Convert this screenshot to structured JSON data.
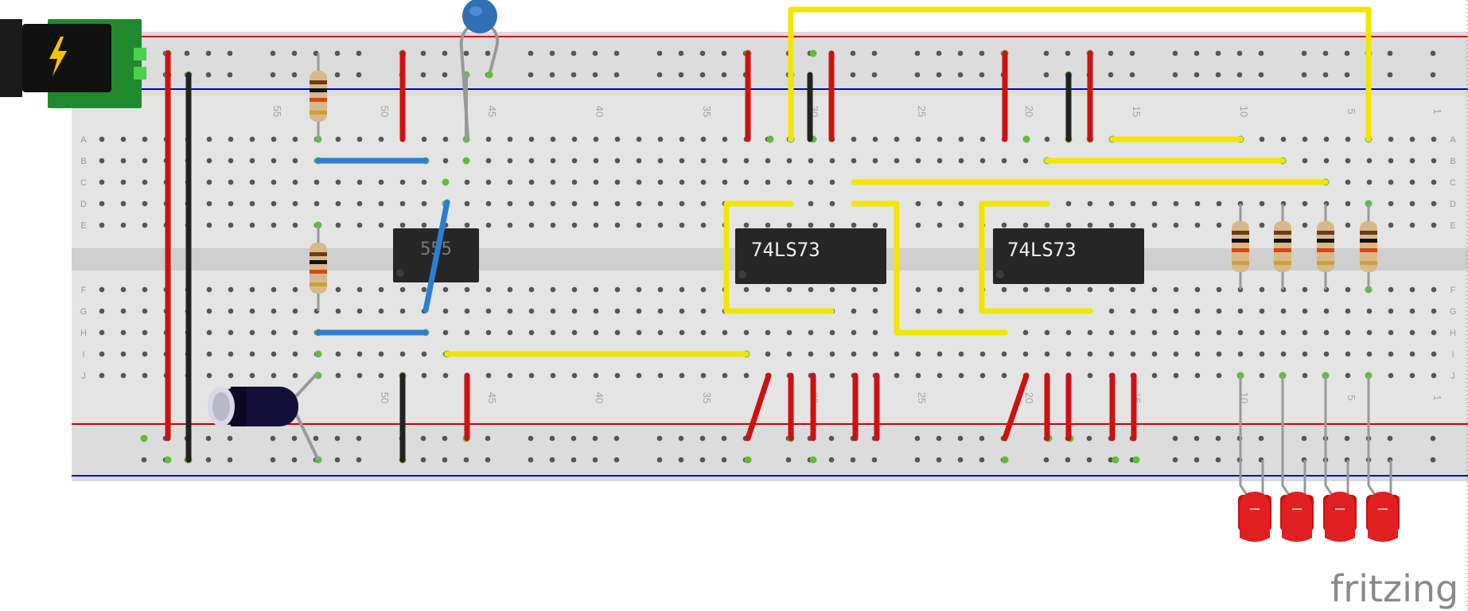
{
  "diagram": {
    "components": {
      "timer_chip": {
        "label": "555"
      },
      "flipflop_1": {
        "label": "74LS73"
      },
      "flipflop_2": {
        "label": "74LS73"
      }
    },
    "row_letters": [
      "A",
      "B",
      "C",
      "D",
      "E",
      "F",
      "G",
      "H",
      "I",
      "J"
    ],
    "column_numbers": [
      "55",
      "50",
      "45",
      "40",
      "35",
      "30",
      "25",
      "20",
      "15",
      "10",
      "5",
      "1"
    ],
    "colors": {
      "board": "#dcdcdc",
      "rail_plus": "#d40000",
      "rail_minus": "#0000d4",
      "hole": "#555555",
      "hole_active": "#5cbf3a",
      "wire_red": "#cc1111",
      "wire_black": "#222222",
      "wire_yellow": "#f2e600",
      "wire_blue": "#2a7fd4",
      "wire_gray": "#999999",
      "chip": "#262626",
      "led": "#e02020",
      "power_module": "#1f8a2f"
    }
  },
  "branding": {
    "logo_text": "fritzing"
  }
}
